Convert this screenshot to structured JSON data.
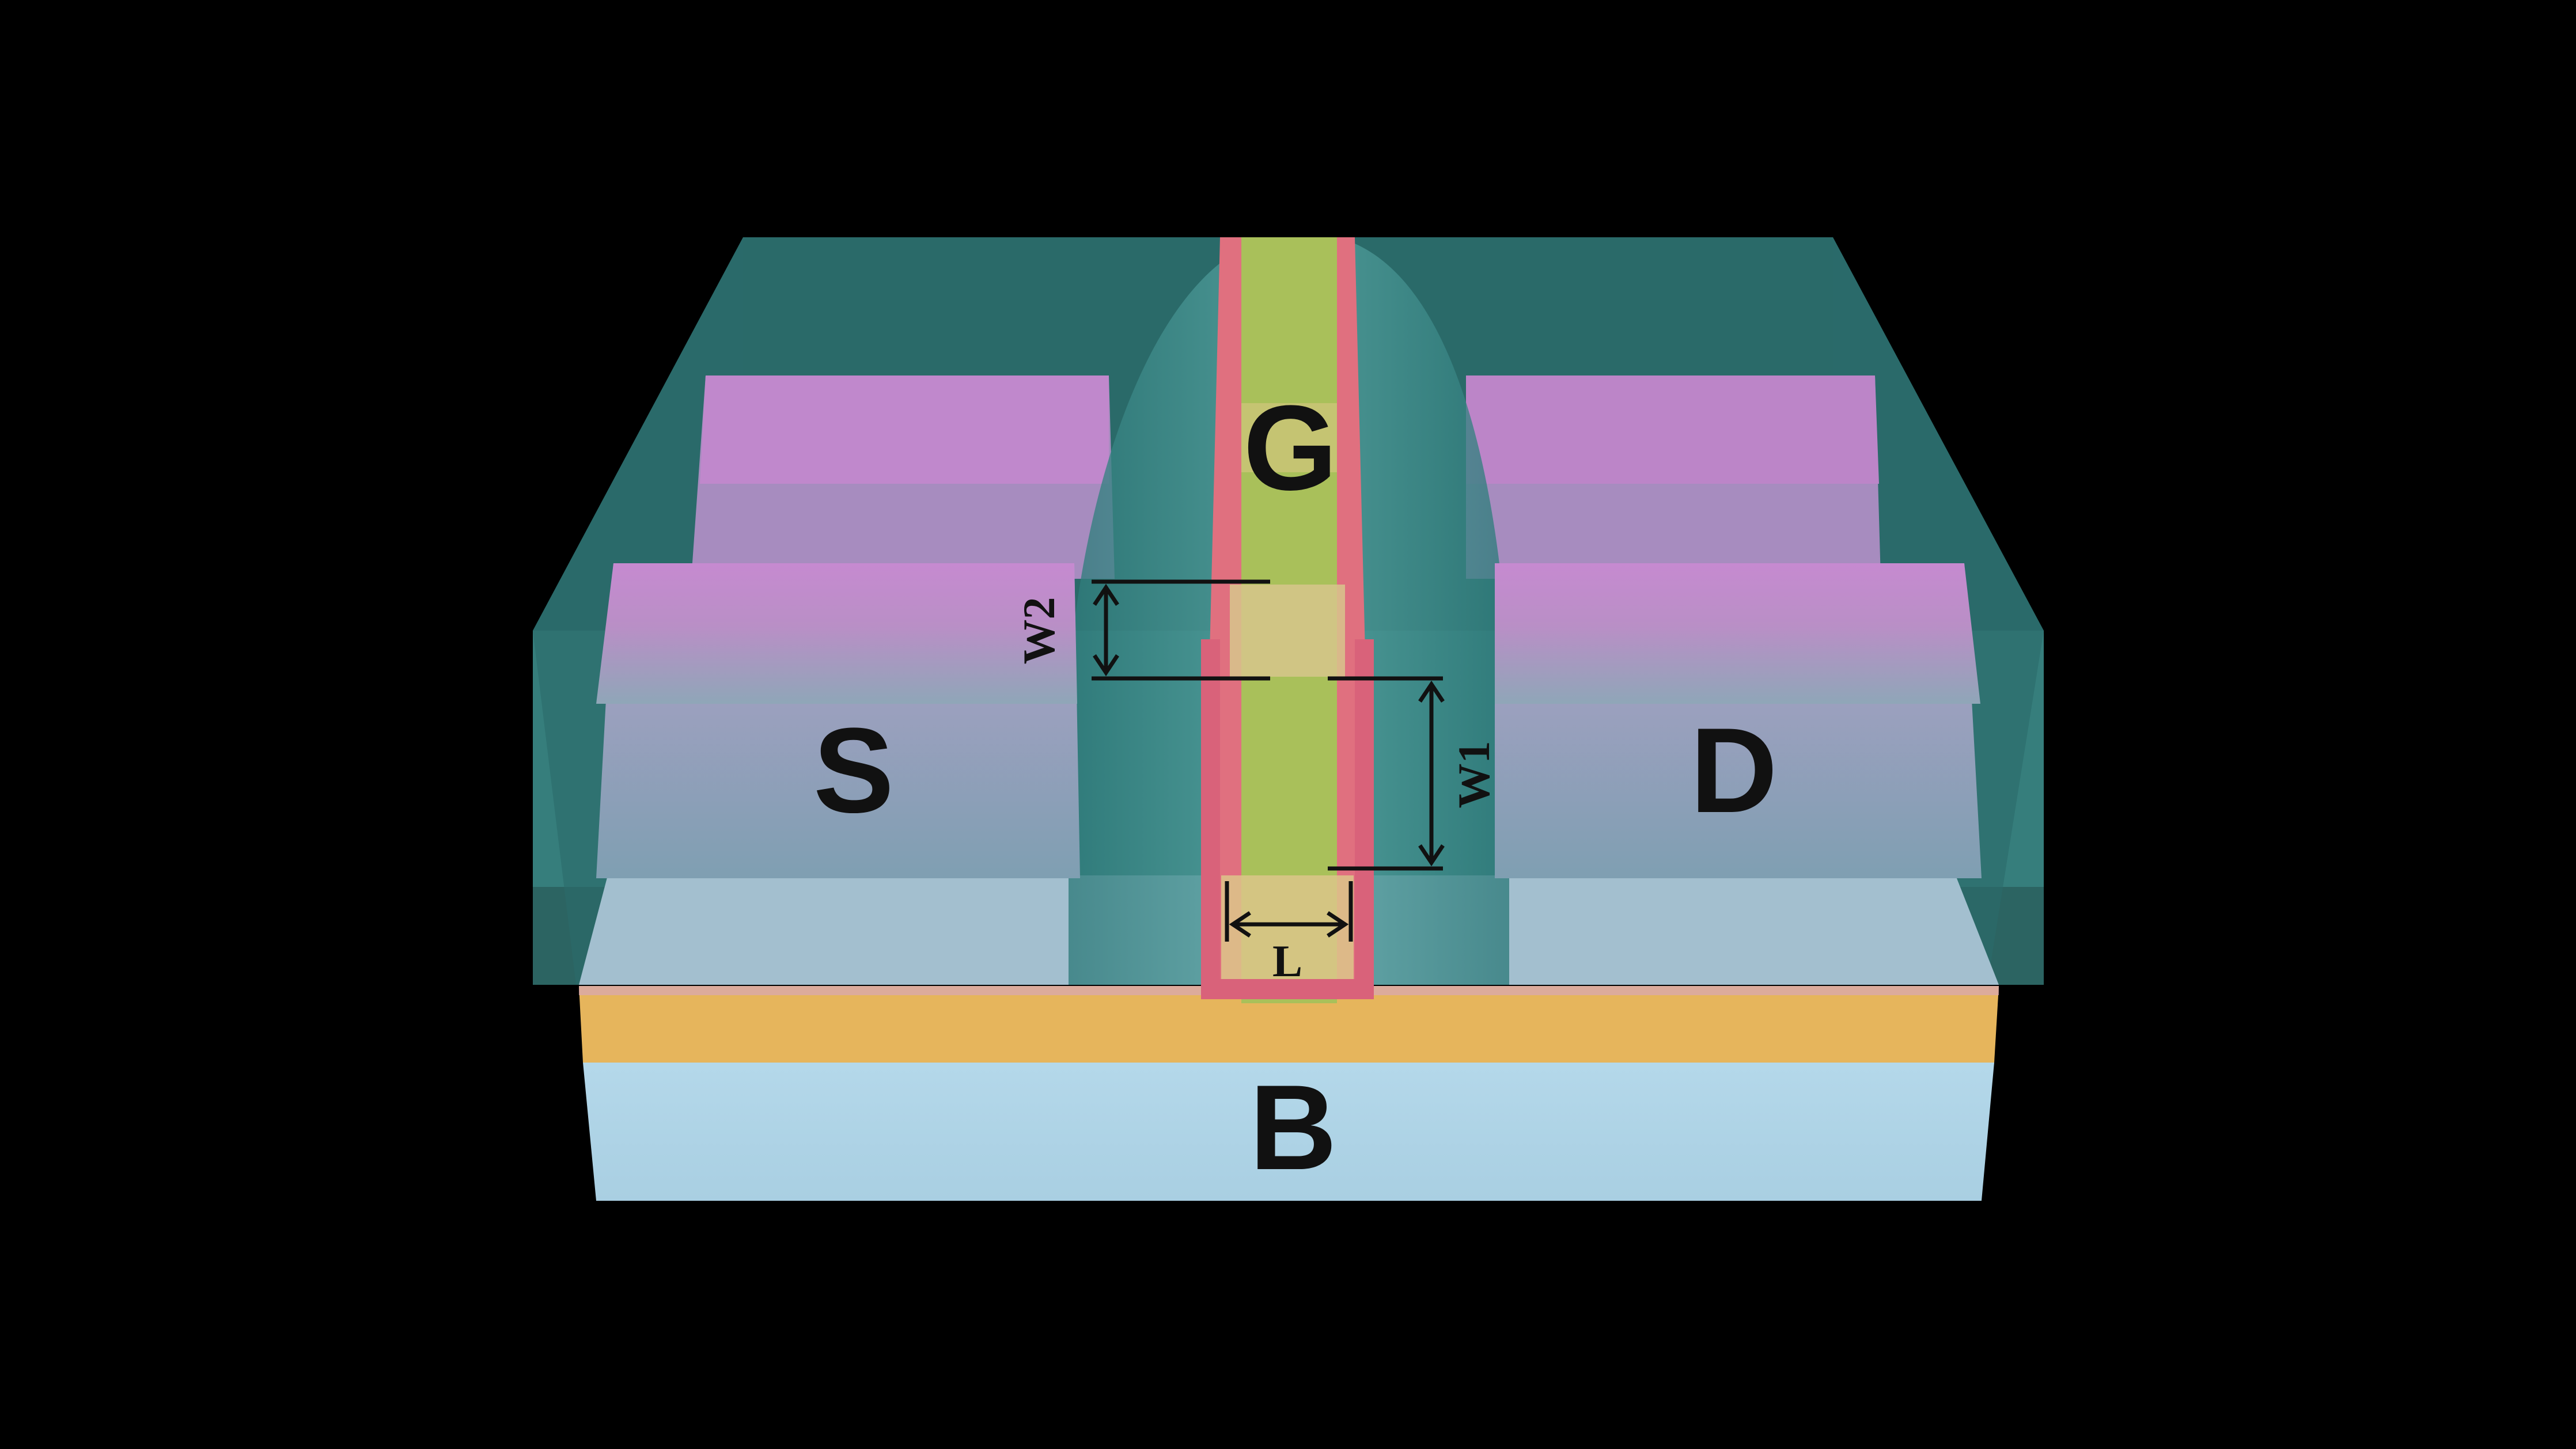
{
  "labels": {
    "gate": "G",
    "source": "S",
    "drain": "D",
    "body": "B"
  },
  "dimensions": {
    "w1": "W1",
    "w2": "W2",
    "l": "L"
  },
  "colors": {
    "background": "#000000",
    "oxide_spacer": "#3a8a86",
    "source_drain_contacts": "#c483c8",
    "gate_core": "#a9c05a",
    "gate_liner": "#e0707f",
    "body_substrate": "#b5d7e6",
    "buried_layer": "#e7b55a",
    "channel_layer": "#a9c3d3"
  }
}
